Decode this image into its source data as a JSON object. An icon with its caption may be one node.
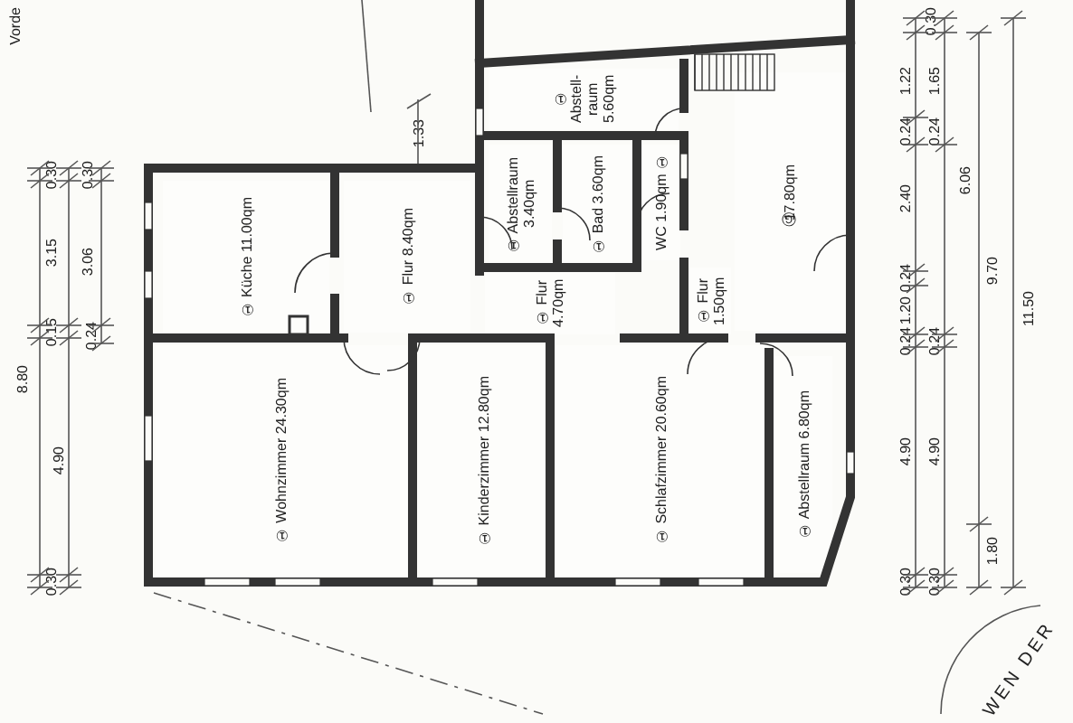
{
  "diagram": {
    "nodes": [
      {
        "text": [
          "① Küche 11.00qm"
        ]
      },
      {
        "text": [
          "① Flur 8.40qm"
        ]
      },
      {
        "text": [
          "① Abstellraum 3.40qm"
        ]
      },
      {
        "text": [
          "① Flur 4.70qm"
        ]
      },
      {
        "text": [
          "① Bad 3.60qm"
        ]
      },
      {
        "text": [
          "① Abstell-raum 5.60qm"
        ]
      },
      {
        "text": [
          "WC 1.90qm ①"
        ]
      },
      {
        "text": [
          "① Flur 1.50qm"
        ]
      },
      {
        "text": [
          "Ⓖ 17.80qm"
        ]
      },
      {
        "text": [
          "① Wohnzimmer 24.30qm"
        ]
      },
      {
        "text": [
          "① Kinderzimmer 12.80qm"
        ]
      },
      {
        "text": [
          "① Schlafzimmer 20.60qm"
        ]
      },
      {
        "text": [
          "① Abstellraum 6.80qm"
        ]
      }
    ],
    "labels": [
      "Vorde",
      "1.33",
      "8.80",
      "0.30",
      "3.15",
      "0.15",
      "4.90",
      "0.30",
      "0.30",
      "3.06",
      "0.24",
      "0.30",
      "1.22",
      "1.65",
      "0.24",
      "0.24",
      "2.40",
      "6.06",
      "0.24",
      "1.20",
      "9.70",
      "11.50",
      "0.24",
      "0.24",
      "4.90",
      "4.90",
      "1.80",
      "0.30",
      "0.30",
      "WEN DER"
    ]
  }
}
